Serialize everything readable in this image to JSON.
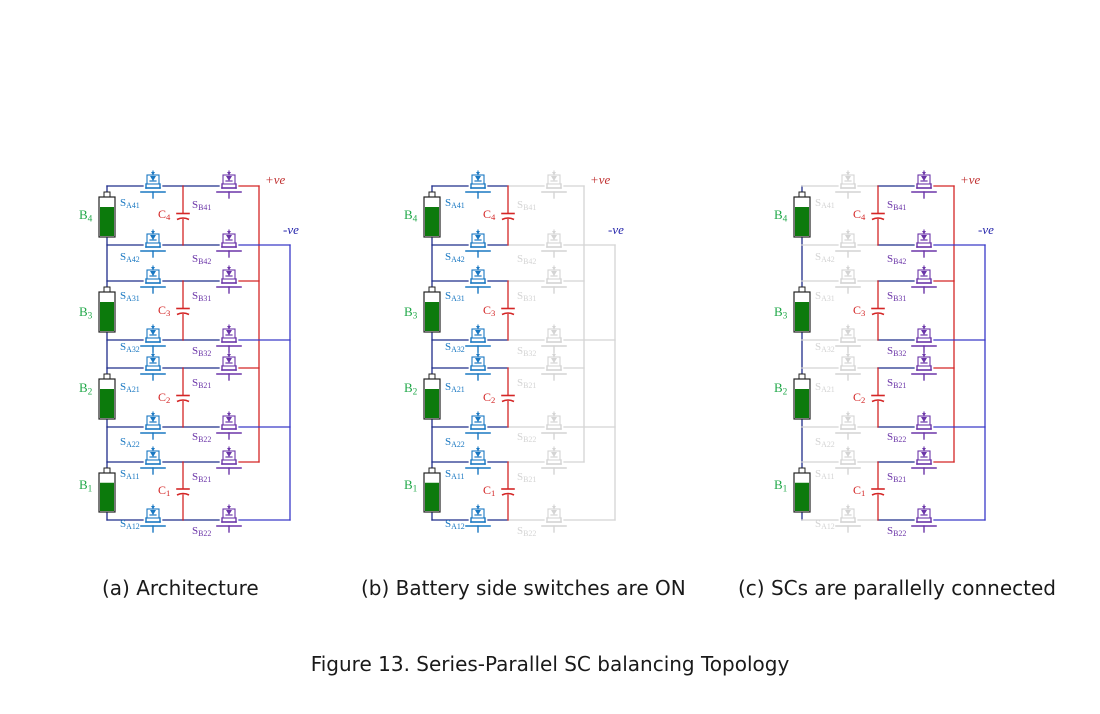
{
  "panels": [
    {
      "caption": "(a) Architecture",
      "plus_label": "+ve",
      "minus_label": "-ve",
      "batteries": [
        {
          "main": "B",
          "sub": "4"
        },
        {
          "main": "B",
          "sub": "3"
        },
        {
          "main": "B",
          "sub": "2"
        },
        {
          "main": "B",
          "sub": "1"
        }
      ],
      "capacitors": [
        {
          "main": "C",
          "sub": "4"
        },
        {
          "main": "C",
          "sub": "3"
        },
        {
          "main": "C",
          "sub": "2"
        },
        {
          "main": "C",
          "sub": "1"
        }
      ],
      "switches_a": [
        {
          "main": "S",
          "sub": "A41"
        },
        {
          "main": "S",
          "sub": "A42"
        },
        {
          "main": "S",
          "sub": "A31"
        },
        {
          "main": "S",
          "sub": "A32"
        },
        {
          "main": "S",
          "sub": "A21"
        },
        {
          "main": "S",
          "sub": "A22"
        },
        {
          "main": "S",
          "sub": "A11"
        },
        {
          "main": "S",
          "sub": "A12"
        }
      ],
      "switches_b": [
        {
          "main": "S",
          "sub": "B41"
        },
        {
          "main": "S",
          "sub": "B42"
        },
        {
          "main": "S",
          "sub": "B31"
        },
        {
          "main": "S",
          "sub": "B32"
        },
        {
          "main": "S",
          "sub": "B21"
        },
        {
          "main": "S",
          "sub": "B22"
        },
        {
          "main": "S",
          "sub": "B21"
        },
        {
          "main": "S",
          "sub": "B22"
        }
      ],
      "state": {
        "a_active": true,
        "b_active": true,
        "rails_active": true
      }
    },
    {
      "caption": "(b) Battery side switches are ON",
      "plus_label": "+ve",
      "minus_label": "-ve",
      "batteries": [
        {
          "main": "B",
          "sub": "4"
        },
        {
          "main": "B",
          "sub": "3"
        },
        {
          "main": "B",
          "sub": "2"
        },
        {
          "main": "B",
          "sub": "1"
        }
      ],
      "capacitors": [
        {
          "main": "C",
          "sub": "4"
        },
        {
          "main": "C",
          "sub": "3"
        },
        {
          "main": "C",
          "sub": "2"
        },
        {
          "main": "C",
          "sub": "1"
        }
      ],
      "switches_a": [
        {
          "main": "S",
          "sub": "A41"
        },
        {
          "main": "S",
          "sub": "A42"
        },
        {
          "main": "S",
          "sub": "A31"
        },
        {
          "main": "S",
          "sub": "A32"
        },
        {
          "main": "S",
          "sub": "A21"
        },
        {
          "main": "S",
          "sub": "A22"
        },
        {
          "main": "S",
          "sub": "A11"
        },
        {
          "main": "S",
          "sub": "A12"
        }
      ],
      "switches_b": [
        {
          "main": "S",
          "sub": "B41"
        },
        {
          "main": "S",
          "sub": "B42"
        },
        {
          "main": "S",
          "sub": "B31"
        },
        {
          "main": "S",
          "sub": "B32"
        },
        {
          "main": "S",
          "sub": "B21"
        },
        {
          "main": "S",
          "sub": "B22"
        },
        {
          "main": "S",
          "sub": "B21"
        },
        {
          "main": "S",
          "sub": "B22"
        }
      ],
      "state": {
        "a_active": true,
        "b_active": false,
        "rails_active": false
      }
    },
    {
      "caption": "(c) SCs are parallelly connected",
      "plus_label": "+ve",
      "minus_label": "-ve",
      "batteries": [
        {
          "main": "B",
          "sub": "4"
        },
        {
          "main": "B",
          "sub": "3"
        },
        {
          "main": "B",
          "sub": "2"
        },
        {
          "main": "B",
          "sub": "1"
        }
      ],
      "capacitors": [
        {
          "main": "C",
          "sub": "4"
        },
        {
          "main": "C",
          "sub": "3"
        },
        {
          "main": "C",
          "sub": "2"
        },
        {
          "main": "C",
          "sub": "1"
        }
      ],
      "switches_a": [
        {
          "main": "S",
          "sub": "A41"
        },
        {
          "main": "S",
          "sub": "A42"
        },
        {
          "main": "S",
          "sub": "A31"
        },
        {
          "main": "S",
          "sub": "A32"
        },
        {
          "main": "S",
          "sub": "A21"
        },
        {
          "main": "S",
          "sub": "A22"
        },
        {
          "main": "S",
          "sub": "A11"
        },
        {
          "main": "S",
          "sub": "A12"
        }
      ],
      "switches_b": [
        {
          "main": "S",
          "sub": "B41"
        },
        {
          "main": "S",
          "sub": "B42"
        },
        {
          "main": "S",
          "sub": "B31"
        },
        {
          "main": "S",
          "sub": "B32"
        },
        {
          "main": "S",
          "sub": "B21"
        },
        {
          "main": "S",
          "sub": "B22"
        },
        {
          "main": "S",
          "sub": "B21"
        },
        {
          "main": "S",
          "sub": "B22"
        }
      ],
      "state": {
        "a_active": false,
        "b_active": true,
        "rails_active": true
      }
    }
  ],
  "figure_title": "Figure 13. Series-Parallel SC balancing Topology",
  "colors": {
    "wire": "#1f2d8a",
    "red": "#d42626",
    "blue_rail": "#3a3ac8",
    "switch_a": "#1a78c2",
    "switch_b": "#6b35a8",
    "battery_fill": "#0c7a0c",
    "battery_label": "#22a84a",
    "faded": "#d4d4d4",
    "plus_label": "#c03030",
    "minus_label": "#2222aa"
  }
}
